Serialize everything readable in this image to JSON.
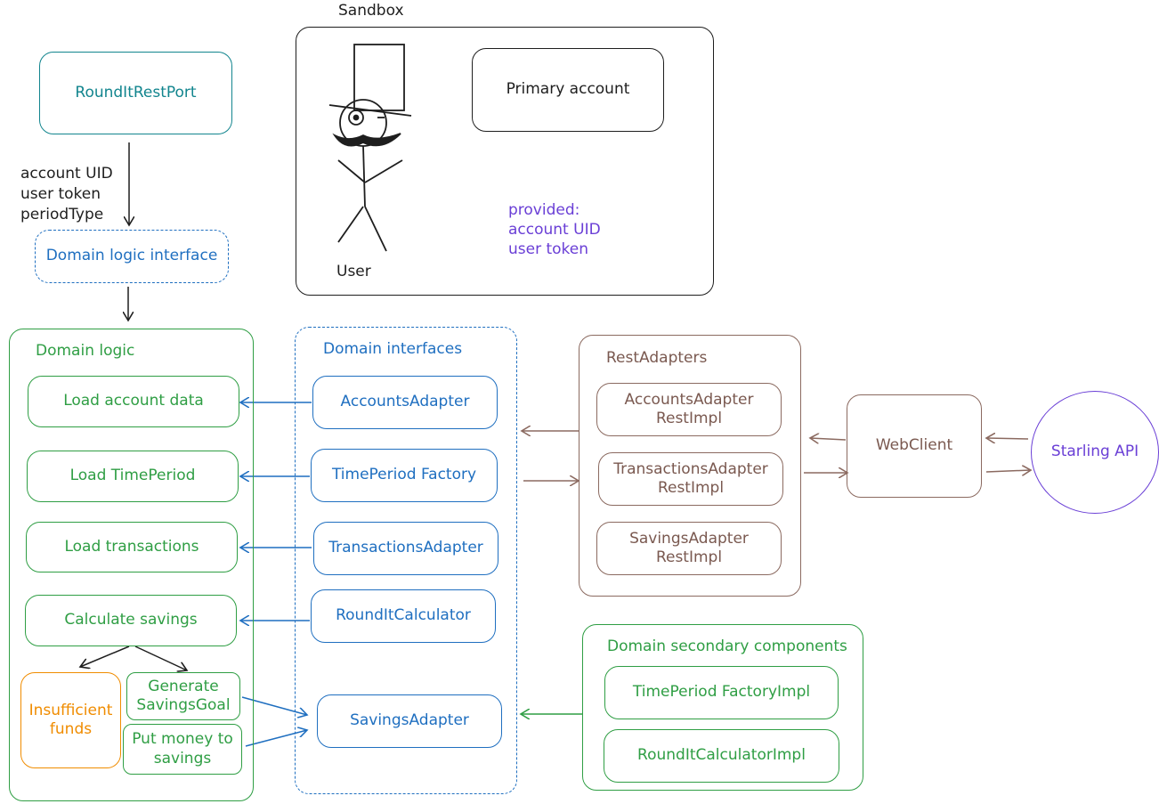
{
  "sandbox": {
    "title": "Sandbox",
    "primary_account": "Primary account",
    "user_label": "User",
    "provided_lines": [
      "provided:",
      "account UID",
      "user token"
    ]
  },
  "rest_port": {
    "label": "RoundItRestPort",
    "params": [
      "account UID",
      "user token",
      "periodType"
    ]
  },
  "domain_logic_interface": "Domain logic interface",
  "domain_logic": {
    "title": "Domain logic",
    "steps": [
      "Load account data",
      "Load TimePeriod",
      "Load transactions",
      "Calculate savings"
    ],
    "insufficient_funds": "Insufficient funds",
    "generate_goal": "Generate SavingsGoal",
    "put_money": "Put money to savings"
  },
  "domain_interfaces": {
    "title": "Domain interfaces",
    "items": [
      "AccountsAdapter",
      "TimePeriod Factory",
      "TransactionsAdapter",
      "RoundItCalculator",
      "SavingsAdapter"
    ]
  },
  "rest_adapters": {
    "title": "RestAdapters",
    "items": [
      "AccountsAdapter RestImpl",
      "TransactionsAdapter RestImpl",
      "SavingsAdapter RestImpl"
    ]
  },
  "webclient": "WebClient",
  "starling_api": "Starling API",
  "secondary": {
    "title": "Domain secondary components",
    "items": [
      "TimePeriod FactoryImpl",
      "RoundItCalculatorImpl"
    ]
  },
  "colors": {
    "teal": "#12858e",
    "blue": "#1f6fc0",
    "green": "#2f9e44",
    "brown": "#8b6a60",
    "orange": "#f08c00",
    "purple": "#6a3fd6",
    "black": "#1e1e1e"
  }
}
